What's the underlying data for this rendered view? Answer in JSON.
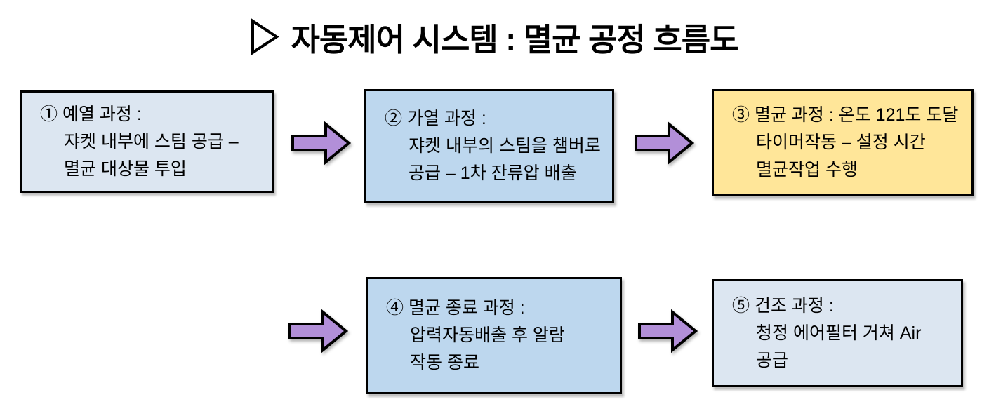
{
  "title": {
    "text": "자동제어 시스템 : 멸균 공정 흐름도",
    "marker_icon": "right-triangle-icon"
  },
  "colors": {
    "background": "#ffffff",
    "title_text": "#000000",
    "box_border": "#000000",
    "box_text": "#000000",
    "arrow_fill": "#b28fd8",
    "arrow_border": "#000000",
    "fill_light_blue": "#dce6f1",
    "fill_blue": "#bdd7ee",
    "fill_yellow": "#ffe699"
  },
  "flowchart": {
    "connector_icon": "block-right-arrow-icon",
    "steps": [
      {
        "fill": "#dce6f1",
        "lines": [
          "① 예열 과정 :",
          "쟈켓 내부에 스팀 공급 –",
          "멸균 대상물 투입"
        ]
      },
      {
        "fill": "#bdd7ee",
        "lines": [
          "② 가열 과정 :",
          "쟈켓 내부의 스팀을 챔버로",
          "공급 – 1차 잔류압 배출"
        ]
      },
      {
        "fill": "#ffe699",
        "lines": [
          "③ 멸균 과정 : 온도 121도 도달",
          "타이머작동 – 설정 시간",
          "멸균작업 수행"
        ]
      },
      {
        "fill": "#bdd7ee",
        "lines": [
          "④ 멸균 종료 과정 :",
          "압력자동배출 후 알람",
          "작동 종료"
        ]
      },
      {
        "fill": "#dce6f1",
        "lines": [
          "⑤ 건조 과정 :",
          "청정 에어필터 거쳐 Air",
          "공급"
        ]
      }
    ]
  }
}
